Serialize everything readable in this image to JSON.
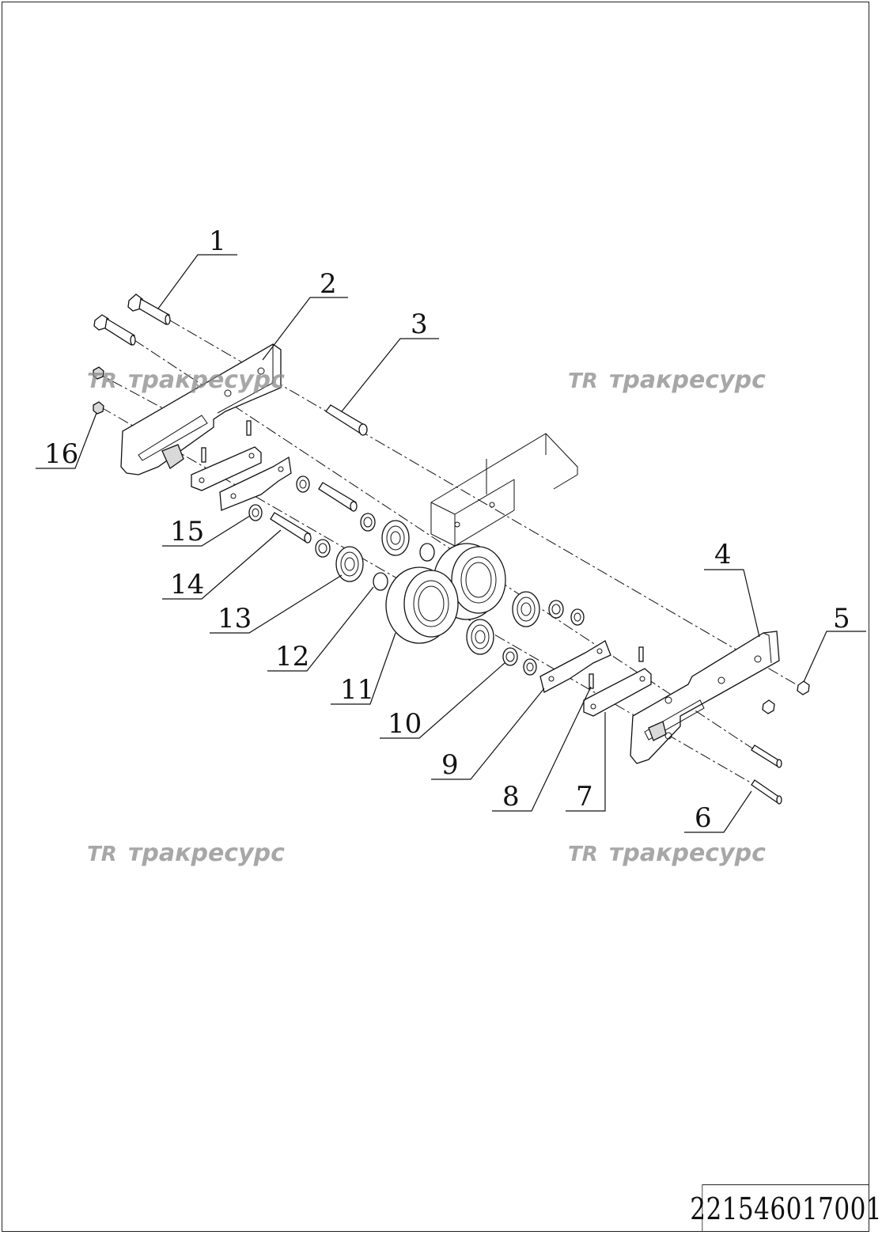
{
  "drawing_number": "221546017001",
  "watermark_logo": "TR",
  "watermark_text": "тракресурс",
  "callouts": [
    "1",
    "2",
    "3",
    "4",
    "5",
    "6",
    "7",
    "8",
    "9",
    "10",
    "11",
    "12",
    "13",
    "14",
    "15",
    "16"
  ]
}
